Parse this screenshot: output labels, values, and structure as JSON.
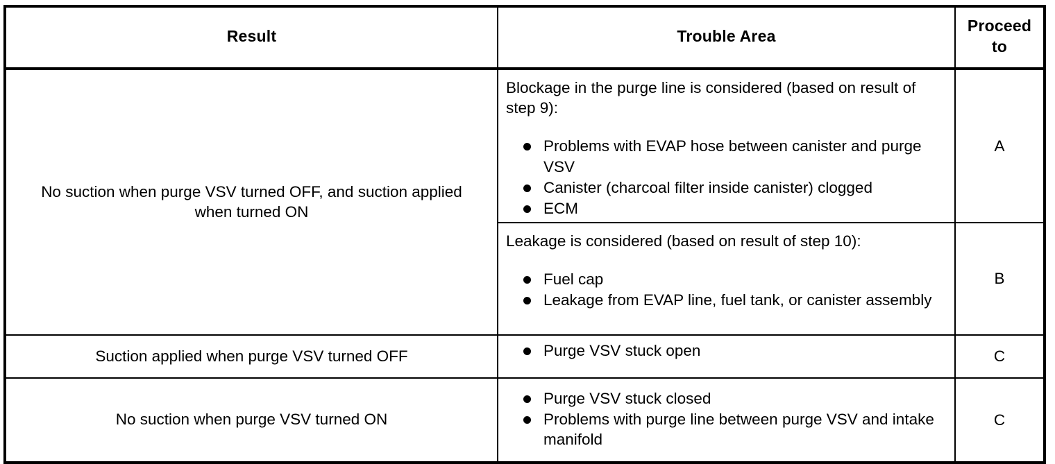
{
  "table": {
    "headers": {
      "result": "Result",
      "trouble_area": "Trouble Area",
      "proceed_to": "Proceed\nto",
      "proceed_to_line1": "Proceed",
      "proceed_to_line2": "to"
    },
    "rows": [
      {
        "result_line1": "No suction when purge VSV turned OFF, and suction applied",
        "result_line2": "when turned ON",
        "sections": [
          {
            "lead": "Blockage in the purge line is considered (based on result of step 9):",
            "bullets": [
              "Problems with EVAP hose between canister and purge VSV",
              "Canister (charcoal filter inside canister) clogged",
              "ECM"
            ],
            "proceed_to": "A"
          },
          {
            "lead": "Leakage is considered (based on result of step 10):",
            "bullets": [
              "Fuel cap",
              "Leakage from EVAP line, fuel tank, or canister assembly"
            ],
            "proceed_to": "B"
          }
        ]
      },
      {
        "result_line1": "Suction applied when purge VSV turned OFF",
        "result_line2": "",
        "lead": "",
        "bullets": [
          "Purge VSV stuck open"
        ],
        "proceed_to": "C"
      },
      {
        "result_line1": "No suction when purge VSV turned ON",
        "result_line2": "",
        "lead": "",
        "bullets": [
          "Purge VSV stuck closed",
          "Problems with purge line between purge VSV and intake manifold"
        ],
        "proceed_to": "C"
      }
    ]
  },
  "colors": {
    "border": "#000000",
    "text": "#000000",
    "background": "#ffffff"
  }
}
